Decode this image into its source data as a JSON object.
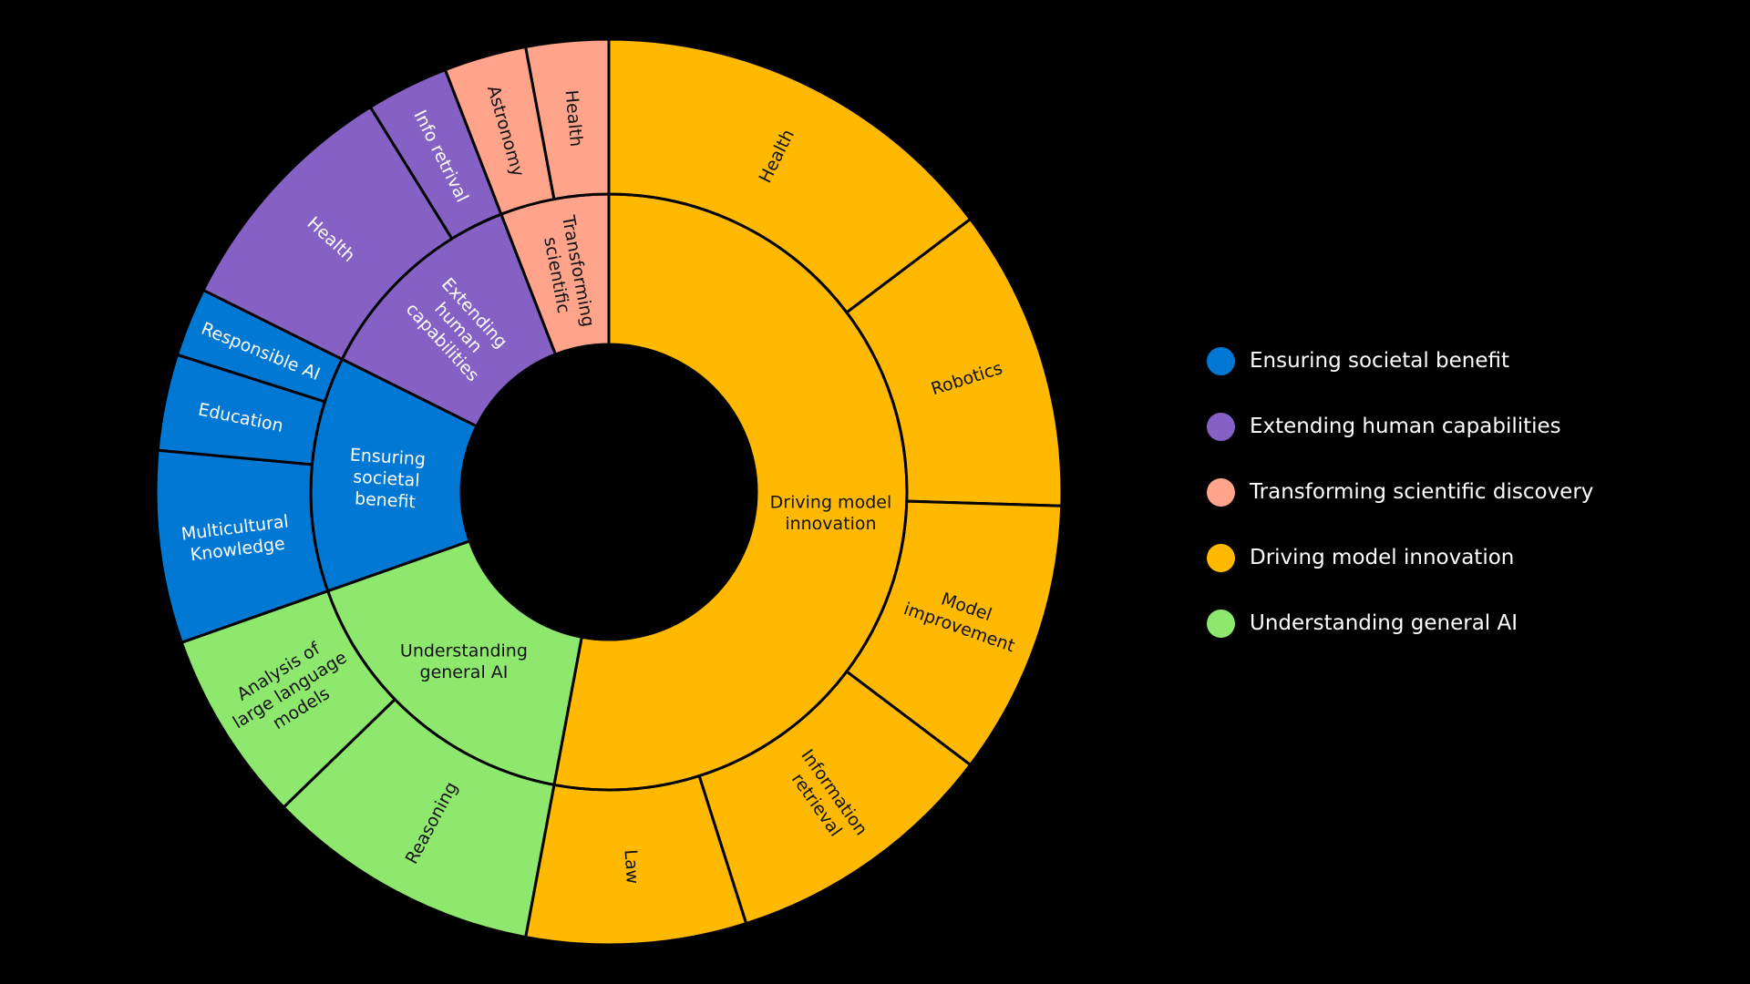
{
  "chart_data": {
    "type": "sunburst",
    "title": "",
    "groups": [
      {
        "name": "Driving model innovation",
        "label_lines": [
          "Driving model",
          "innovation"
        ],
        "color": "#FFB900",
        "text_color": "#111111",
        "value": 54,
        "children": [
          {
            "name": "Health",
            "label_lines": [
              "Health"
            ],
            "value": 15
          },
          {
            "name": "Robotics",
            "label_lines": [
              "Robotics"
            ],
            "value": 11
          },
          {
            "name": "Model improvement",
            "label_lines": [
              "Model",
              "improvement"
            ],
            "value": 10
          },
          {
            "name": "Information retrieval",
            "label_lines": [
              "Information",
              "retrieval"
            ],
            "value": 10
          },
          {
            "name": "Law",
            "label_lines": [
              "Law"
            ],
            "value": 8
          }
        ]
      },
      {
        "name": "Understanding general AI",
        "label_lines": [
          "Understanding",
          "general AI"
        ],
        "color": "#8FE86E",
        "text_color": "#111111",
        "value": 17,
        "children": [
          {
            "name": "Reasoning",
            "label_lines": [
              "Reasoning"
            ],
            "value": 10
          },
          {
            "name": "Analysis of large language models",
            "label_lines": [
              "Analysis of",
              "large language",
              "models"
            ],
            "value": 7
          }
        ]
      },
      {
        "name": "Ensuring societal benefit",
        "label_lines": [
          "Ensuring",
          "societal",
          "benefit"
        ],
        "color": "#0078D4",
        "text_color": "#ffffff",
        "value": 13,
        "children": [
          {
            "name": "Multicultural Knowledge",
            "label_lines": [
              "Multicultural",
              "Knowledge"
            ],
            "value": 7
          },
          {
            "name": "Education",
            "label_lines": [
              "Education"
            ],
            "value": 3.5
          },
          {
            "name": "Responsible AI",
            "label_lines": [
              "Responsible AI"
            ],
            "value": 2.5
          }
        ]
      },
      {
        "name": "Extending human capabilities",
        "label_lines": [
          "Extending",
          "human",
          "capabilities"
        ],
        "color": "#8661C5",
        "text_color": "#ffffff",
        "value": 12,
        "children": [
          {
            "name": "Health",
            "label_lines": [
              "Health"
            ],
            "value": 9
          },
          {
            "name": "Info retrival",
            "label_lines": [
              "Info retrival"
            ],
            "value": 3
          }
        ]
      },
      {
        "name": "Transforming scientific",
        "label_lines": [
          "Transforming",
          "scientific"
        ],
        "color": "#FFA38B",
        "text_color": "#111111",
        "value": 6,
        "children": [
          {
            "name": "Astronomy",
            "label_lines": [
              "Astronomy"
            ],
            "value": 3
          },
          {
            "name": "Health",
            "label_lines": [
              "Health"
            ],
            "value": 3
          }
        ]
      }
    ],
    "legend": {
      "placement": "right",
      "items": [
        {
          "label": "Ensuring societal benefit",
          "color": "#0078D4"
        },
        {
          "label": "Extending human capabilities",
          "color": "#8661C5"
        },
        {
          "label": "Transforming scientific discovery",
          "color": "#FFA38B"
        },
        {
          "label": "Driving model innovation",
          "color": "#FFB900"
        },
        {
          "label": "Understanding general AI",
          "color": "#8FE86E"
        }
      ]
    },
    "background": "#000000",
    "stroke_color": "#000000"
  }
}
